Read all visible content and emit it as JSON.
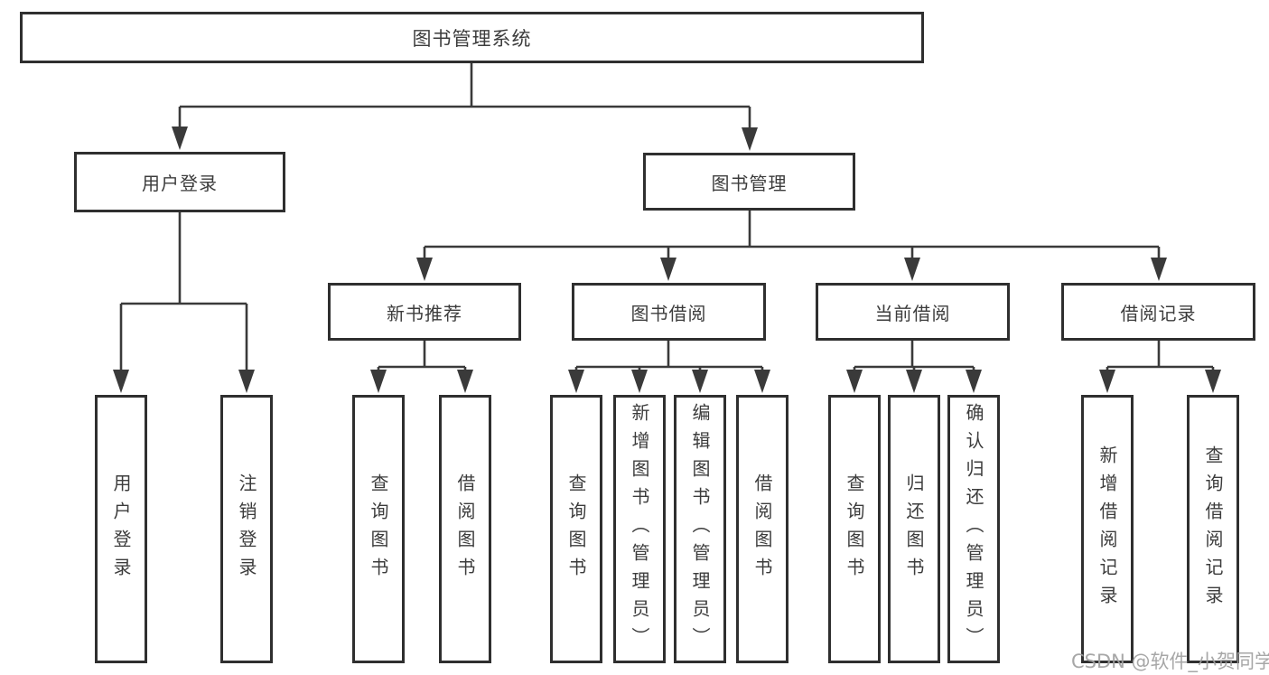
{
  "diagram": {
    "title": "图书管理系统",
    "level2": [
      {
        "label": "用户登录"
      },
      {
        "label": "图书管理"
      }
    ],
    "level3": [
      {
        "label": "新书推荐"
      },
      {
        "label": "图书借阅"
      },
      {
        "label": "当前借阅"
      },
      {
        "label": "借阅记录"
      }
    ],
    "leaves": {
      "user_login": [
        "用户登录",
        "注销登录"
      ],
      "new_book": [
        "查询图书",
        "借阅图书"
      ],
      "book_borrow": [
        "查询图书",
        "新增图书（管理员）",
        "编辑图书（管理员）",
        "借阅图书"
      ],
      "current_borrow": [
        "查询图书",
        "归还图书",
        "确认归还（管理员）"
      ],
      "borrow_record": [
        "新增借阅记录",
        "查询借阅记录"
      ]
    }
  },
  "watermark": {
    "text": "CSDN @软件_小贺同学"
  },
  "colors": {
    "line": "#3a3a3a",
    "border": "#2f2f2f",
    "text": "#3c3c3c",
    "background": "#ffffff",
    "watermark": "#a0a0a0"
  }
}
